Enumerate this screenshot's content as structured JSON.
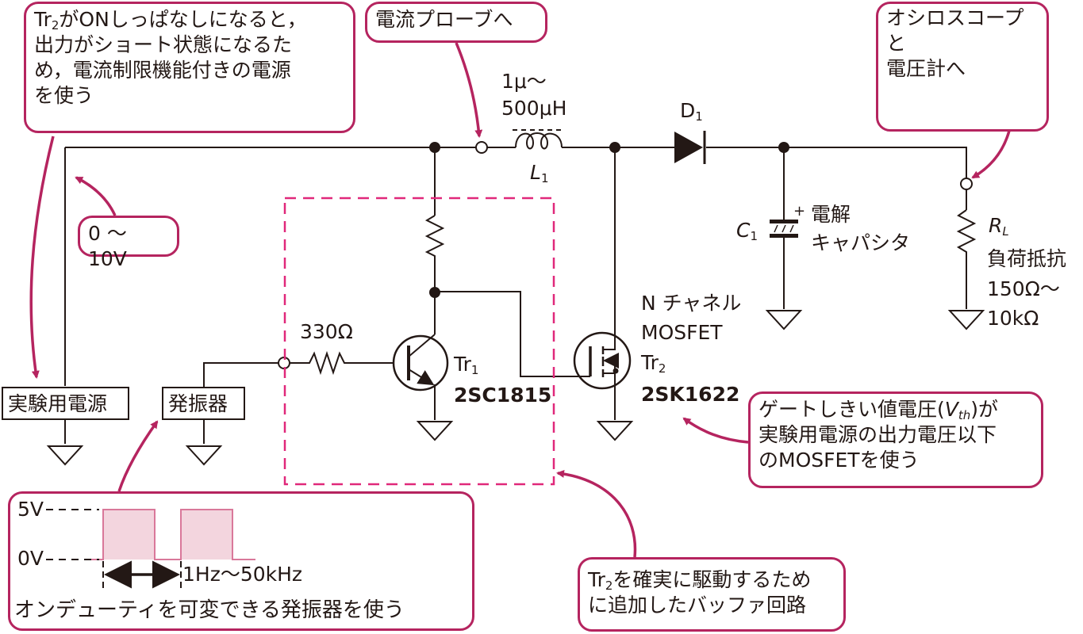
{
  "colors": {
    "wire": "#231815",
    "accent": "#b5245f",
    "buffer_border": "#e0287a",
    "pulse_fill": "#f3d5de",
    "pulse_stroke": "#d9789a"
  },
  "callouts": {
    "power_supply_note": {
      "line1_prefix": "Tr",
      "line1_sub": "2",
      "line1_rest": "がONしっぱなしになると，",
      "line2": "出力がショート状態になるた",
      "line3": "め，電流制限機能付きの電源",
      "line4": "を使う"
    },
    "current_probe": "電流プローブへ",
    "scope_meter": {
      "line1": "オシロスコープと",
      "line2": "電圧計へ"
    },
    "voltage_range": "0 ～ 10V",
    "gate_threshold": {
      "line1_prefix": "ゲートしきい値電圧(",
      "line1_var": "V",
      "line1_sub": "th",
      "line1_suffix": ")が",
      "line2": "実験用電源の出力電圧以下",
      "line3": "のMOSFETを使う"
    },
    "buffer_note": {
      "line1_prefix": "Tr",
      "line1_sub": "2",
      "line1_rest": "を確実に駆動するため",
      "line2": "に追加したバッファ回路"
    },
    "oscillator_note": {
      "level_high": "5V",
      "level_low": "0V",
      "freq_range": "1Hz～50kHz",
      "caption": "オンデューティを可変できる発振器を使う"
    }
  },
  "components": {
    "power_supply": "実験用電源",
    "oscillator": "発振器",
    "inductor": {
      "value_line1": "1μ～",
      "value_line2": "500μH",
      "ref": "L",
      "ref_sub": "1"
    },
    "diode": {
      "ref": "D",
      "ref_sub": "1"
    },
    "capacitor": {
      "ref": "C",
      "ref_sub": "1",
      "polarity": "+",
      "desc_line1": "電解",
      "desc_line2": "キャパシタ"
    },
    "load": {
      "ref": "R",
      "ref_sub": "L",
      "desc": "負荷抵抗",
      "range_line1": "150Ω～",
      "range_line2": "10kΩ"
    },
    "base_resistor": "330Ω",
    "tr1": {
      "ref": "Tr",
      "ref_sub": "1",
      "part": "2SC1815"
    },
    "tr2": {
      "type_line1": "N チャネル",
      "type_line2": "MOSFET",
      "ref": "Tr",
      "ref_sub": "2",
      "part": "2SK1622"
    }
  },
  "pulse_waveform": {
    "high_v": 5,
    "low_v": 0,
    "pulses": 2
  }
}
